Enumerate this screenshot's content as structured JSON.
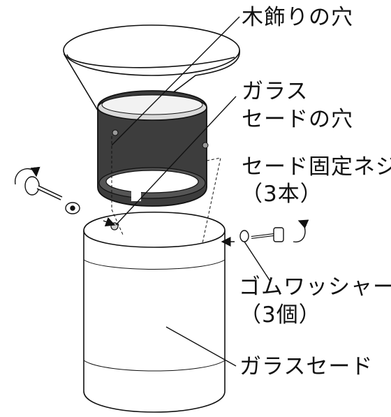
{
  "labels": {
    "wood_hole": "木飾りの穴",
    "glass_shade_hole_line1": "ガラス",
    "glass_shade_hole_line2": "セードの穴",
    "shade_screw_line1": "セード固定ネジ",
    "shade_screw_line2": "（3本）",
    "rubber_washer_line1": "ゴムワッシャー",
    "rubber_washer_line2": "（3個）",
    "glass_shade": "ガラスセード"
  },
  "colors": {
    "line": "#111111",
    "ring": "#3d3d3d",
    "background": "#ffffff"
  }
}
